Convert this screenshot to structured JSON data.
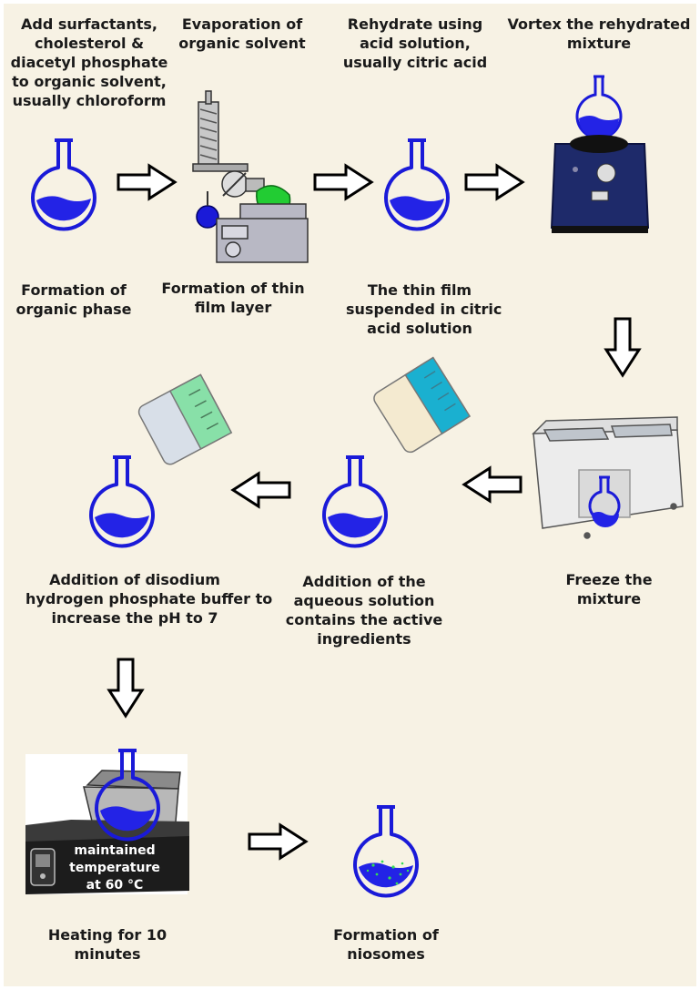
{
  "colors": {
    "background": "#f7f2e4",
    "flask_outline": "#1a1ad8",
    "liquid": "#2323e6",
    "arrow_fill": "#ffffff",
    "arrow_stroke": "#000000",
    "green_liquid": "#22cc33",
    "teal_liquid": "#1ab0d0",
    "light_green_liquid": "#88e0a8"
  },
  "steps": [
    {
      "id": "organic-phase",
      "top": [
        "Add surfactants,",
        "cholesterol &",
        "diacetyl phosphate",
        "to organic solvent,",
        "usually chloroform"
      ],
      "bottom": [
        "Formation of",
        "organic phase"
      ],
      "icon": "round-bottom-flask-icon"
    },
    {
      "id": "thin-film",
      "top": [
        "Evaporation of",
        "organic solvent"
      ],
      "bottom": [
        "Formation of thin",
        "film layer"
      ],
      "icon": "rotary-evaporator-icon"
    },
    {
      "id": "rehydrate",
      "top": [
        "Rehydrate using",
        "acid solution,",
        "usually citric acid"
      ],
      "bottom": [
        "The thin film",
        "suspended in citric",
        "acid solution"
      ],
      "icon": "round-bottom-flask-icon"
    },
    {
      "id": "vortex",
      "top": [
        "Vortex the rehydrated",
        "mixture"
      ],
      "bottom": [],
      "icon": "vortex-mixer-icon"
    },
    {
      "id": "freeze",
      "top": [],
      "bottom": [
        "Freeze the",
        "mixture"
      ],
      "icon": "freezer-icon"
    },
    {
      "id": "aqueous",
      "top": [],
      "bottom": [
        "Addition of the",
        "aqueous solution",
        "contains the active",
        "ingredients"
      ],
      "icon": "beaker-pouring-icon"
    },
    {
      "id": "buffer",
      "top": [],
      "bottom": [
        "Addition of disodium",
        "hydrogen phosphate buffer to",
        "increase the pH to 7"
      ],
      "icon": "beaker-pouring-icon"
    },
    {
      "id": "heating",
      "top": [],
      "bottom": [
        "Heating for 10",
        "minutes"
      ],
      "bath_label": [
        "maintained",
        "temperature",
        "at 60 °C"
      ],
      "icon": "water-bath-icon"
    },
    {
      "id": "niosomes",
      "top": [],
      "bottom": [
        "Formation of",
        "niosomes"
      ],
      "icon": "round-bottom-flask-icon"
    }
  ]
}
